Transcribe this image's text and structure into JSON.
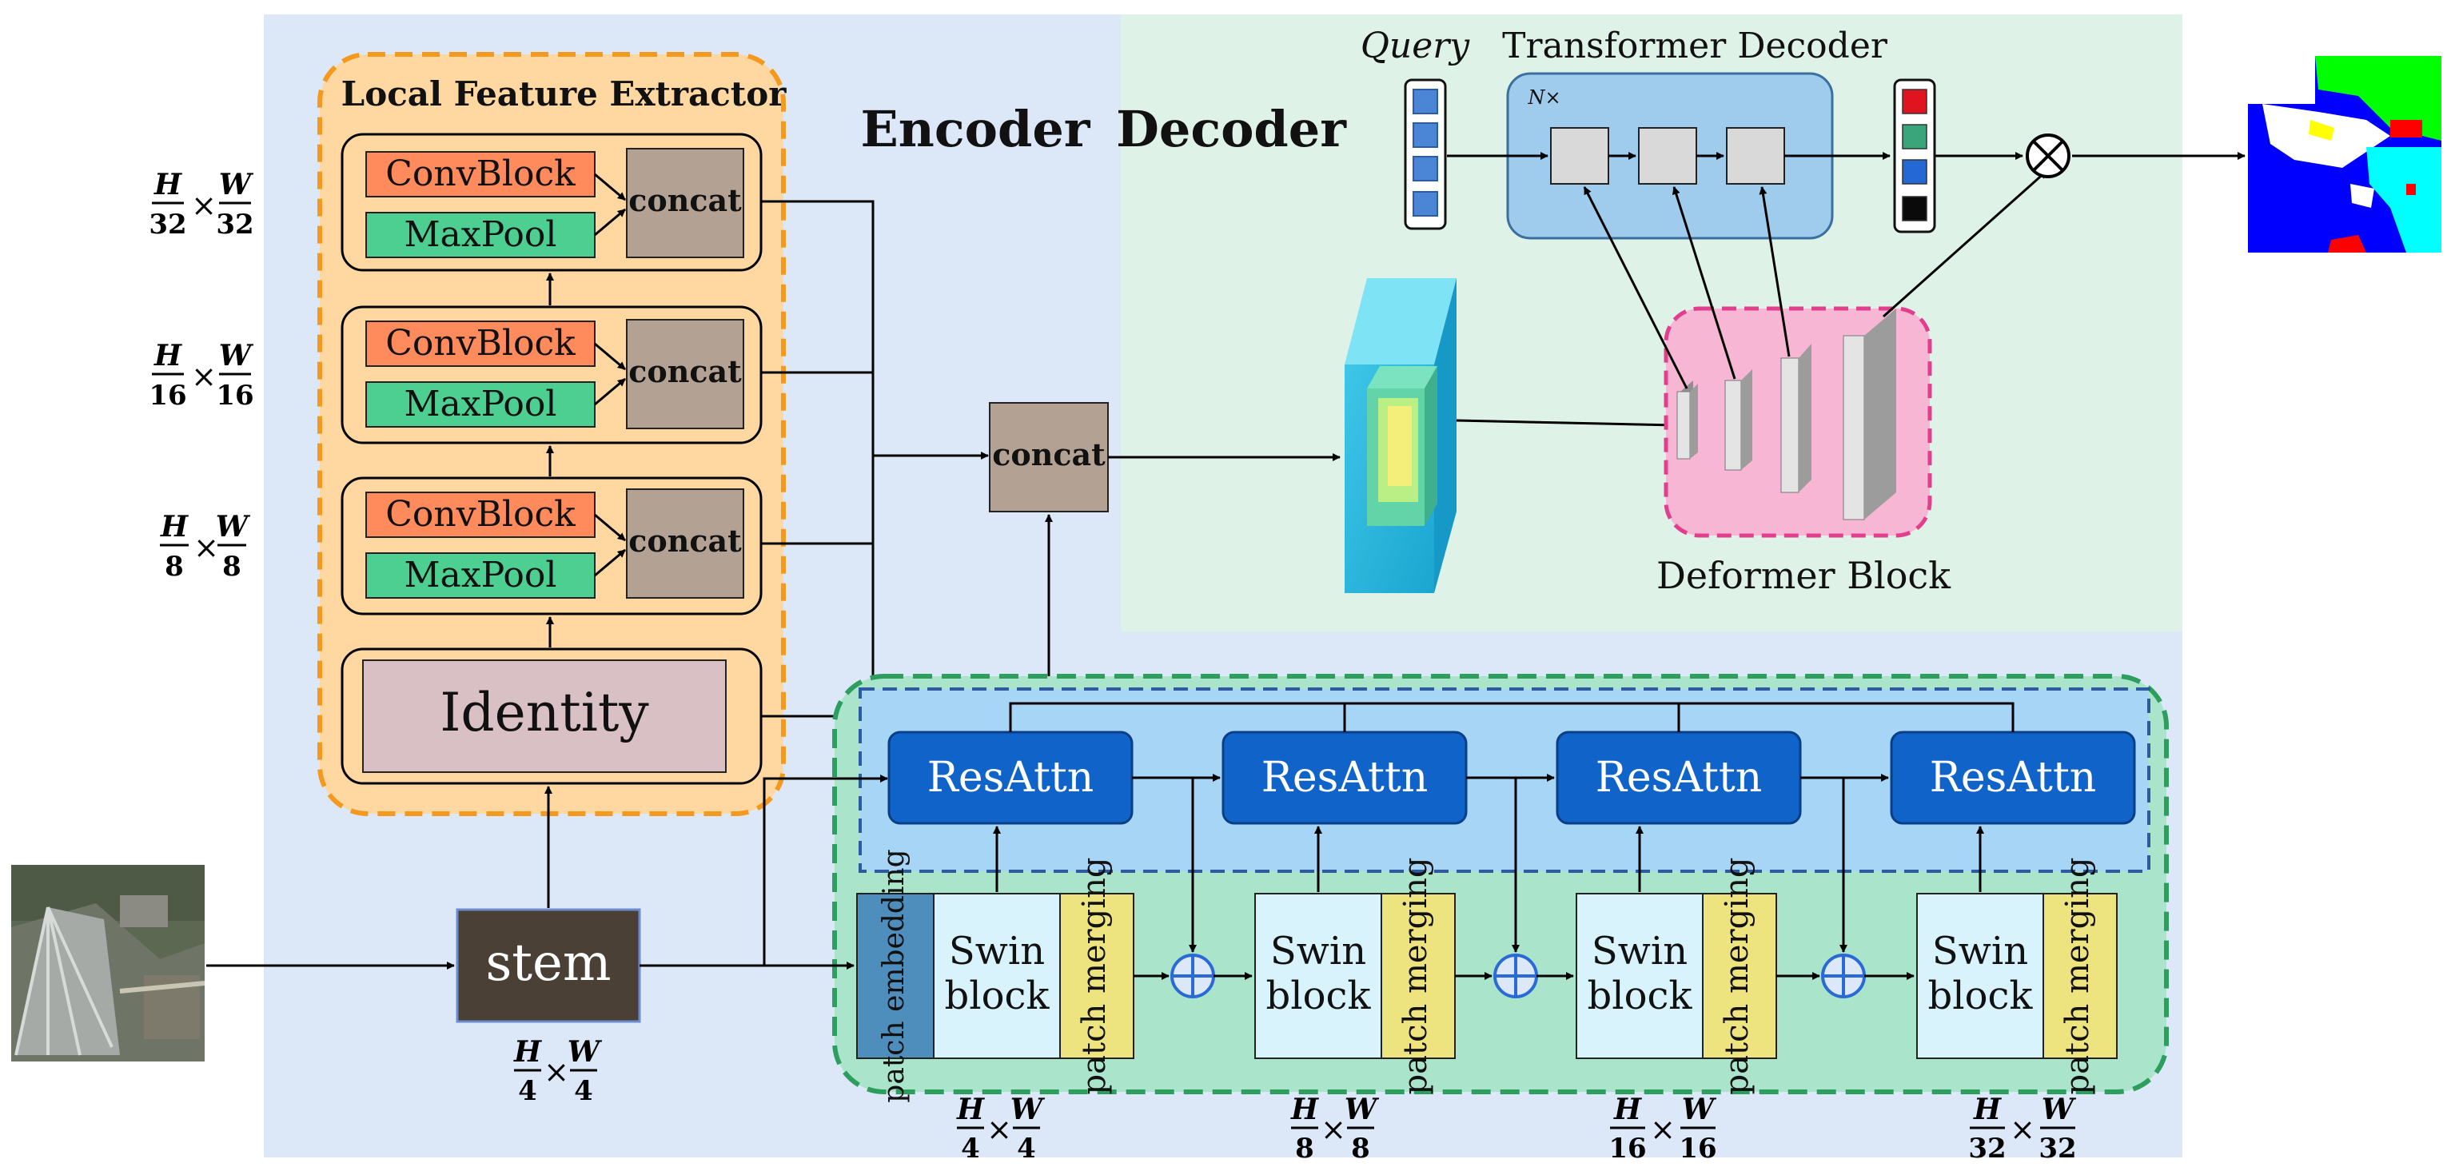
{
  "title_encoder": "Encoder",
  "title_decoder": "Decoder",
  "local_feature_extractor": {
    "title": "Local Feature Extractor",
    "convblock_label": "ConvBlock",
    "maxpool_label": "MaxPool",
    "concat_label": "concat",
    "identity_label": "Identity"
  },
  "scale_labels": {
    "s32": {
      "num_h": "H",
      "den_h": "32",
      "num_w": "W",
      "den_w": "32"
    },
    "s16": {
      "num_h": "H",
      "den_h": "16",
      "num_w": "W",
      "den_w": "16"
    },
    "s8": {
      "num_h": "H",
      "den_h": "8",
      "num_w": "W",
      "den_w": "8"
    },
    "s4": {
      "num_h": "H",
      "den_h": "4",
      "num_w": "W",
      "den_w": "4"
    }
  },
  "times": "×",
  "center_concat_label": "concat",
  "stem_label": "stem",
  "decoder": {
    "query_label": "Query",
    "transformer_decoder_label": "Transformer Decoder",
    "nx_label": "N×",
    "deformer_block_label": "Deformer Block",
    "class_colors": [
      "#e0141e",
      "#3aa57a",
      "#2468d6",
      "#0a0a0a"
    ]
  },
  "backbone": {
    "resattn_label": "ResAttn",
    "patch_embedding_label": "patch embedding",
    "swin_block_line1": "Swin",
    "swin_block_line2": "block",
    "patch_merging_label": "patch merging"
  },
  "colors": {
    "encoder_bg": "#dce8f8",
    "decoder_bg": "#dff2e8",
    "lfe_bg": "#ffd7a0",
    "lfe_border": "#f39a1e",
    "convblock": "#ff8a5c",
    "maxpool": "#4ccf91",
    "concat_box": "#b3a293",
    "identity": "#d8c0c4",
    "resattn": "#0f63c9",
    "swin_green": "#a9e4cb",
    "swin_block": "#d8f3fb",
    "patch_merging": "#ede37f",
    "patch_embedding": "#4e8ebc",
    "stem": "#4a4036",
    "deformer_pink": "#f7b6d4"
  }
}
